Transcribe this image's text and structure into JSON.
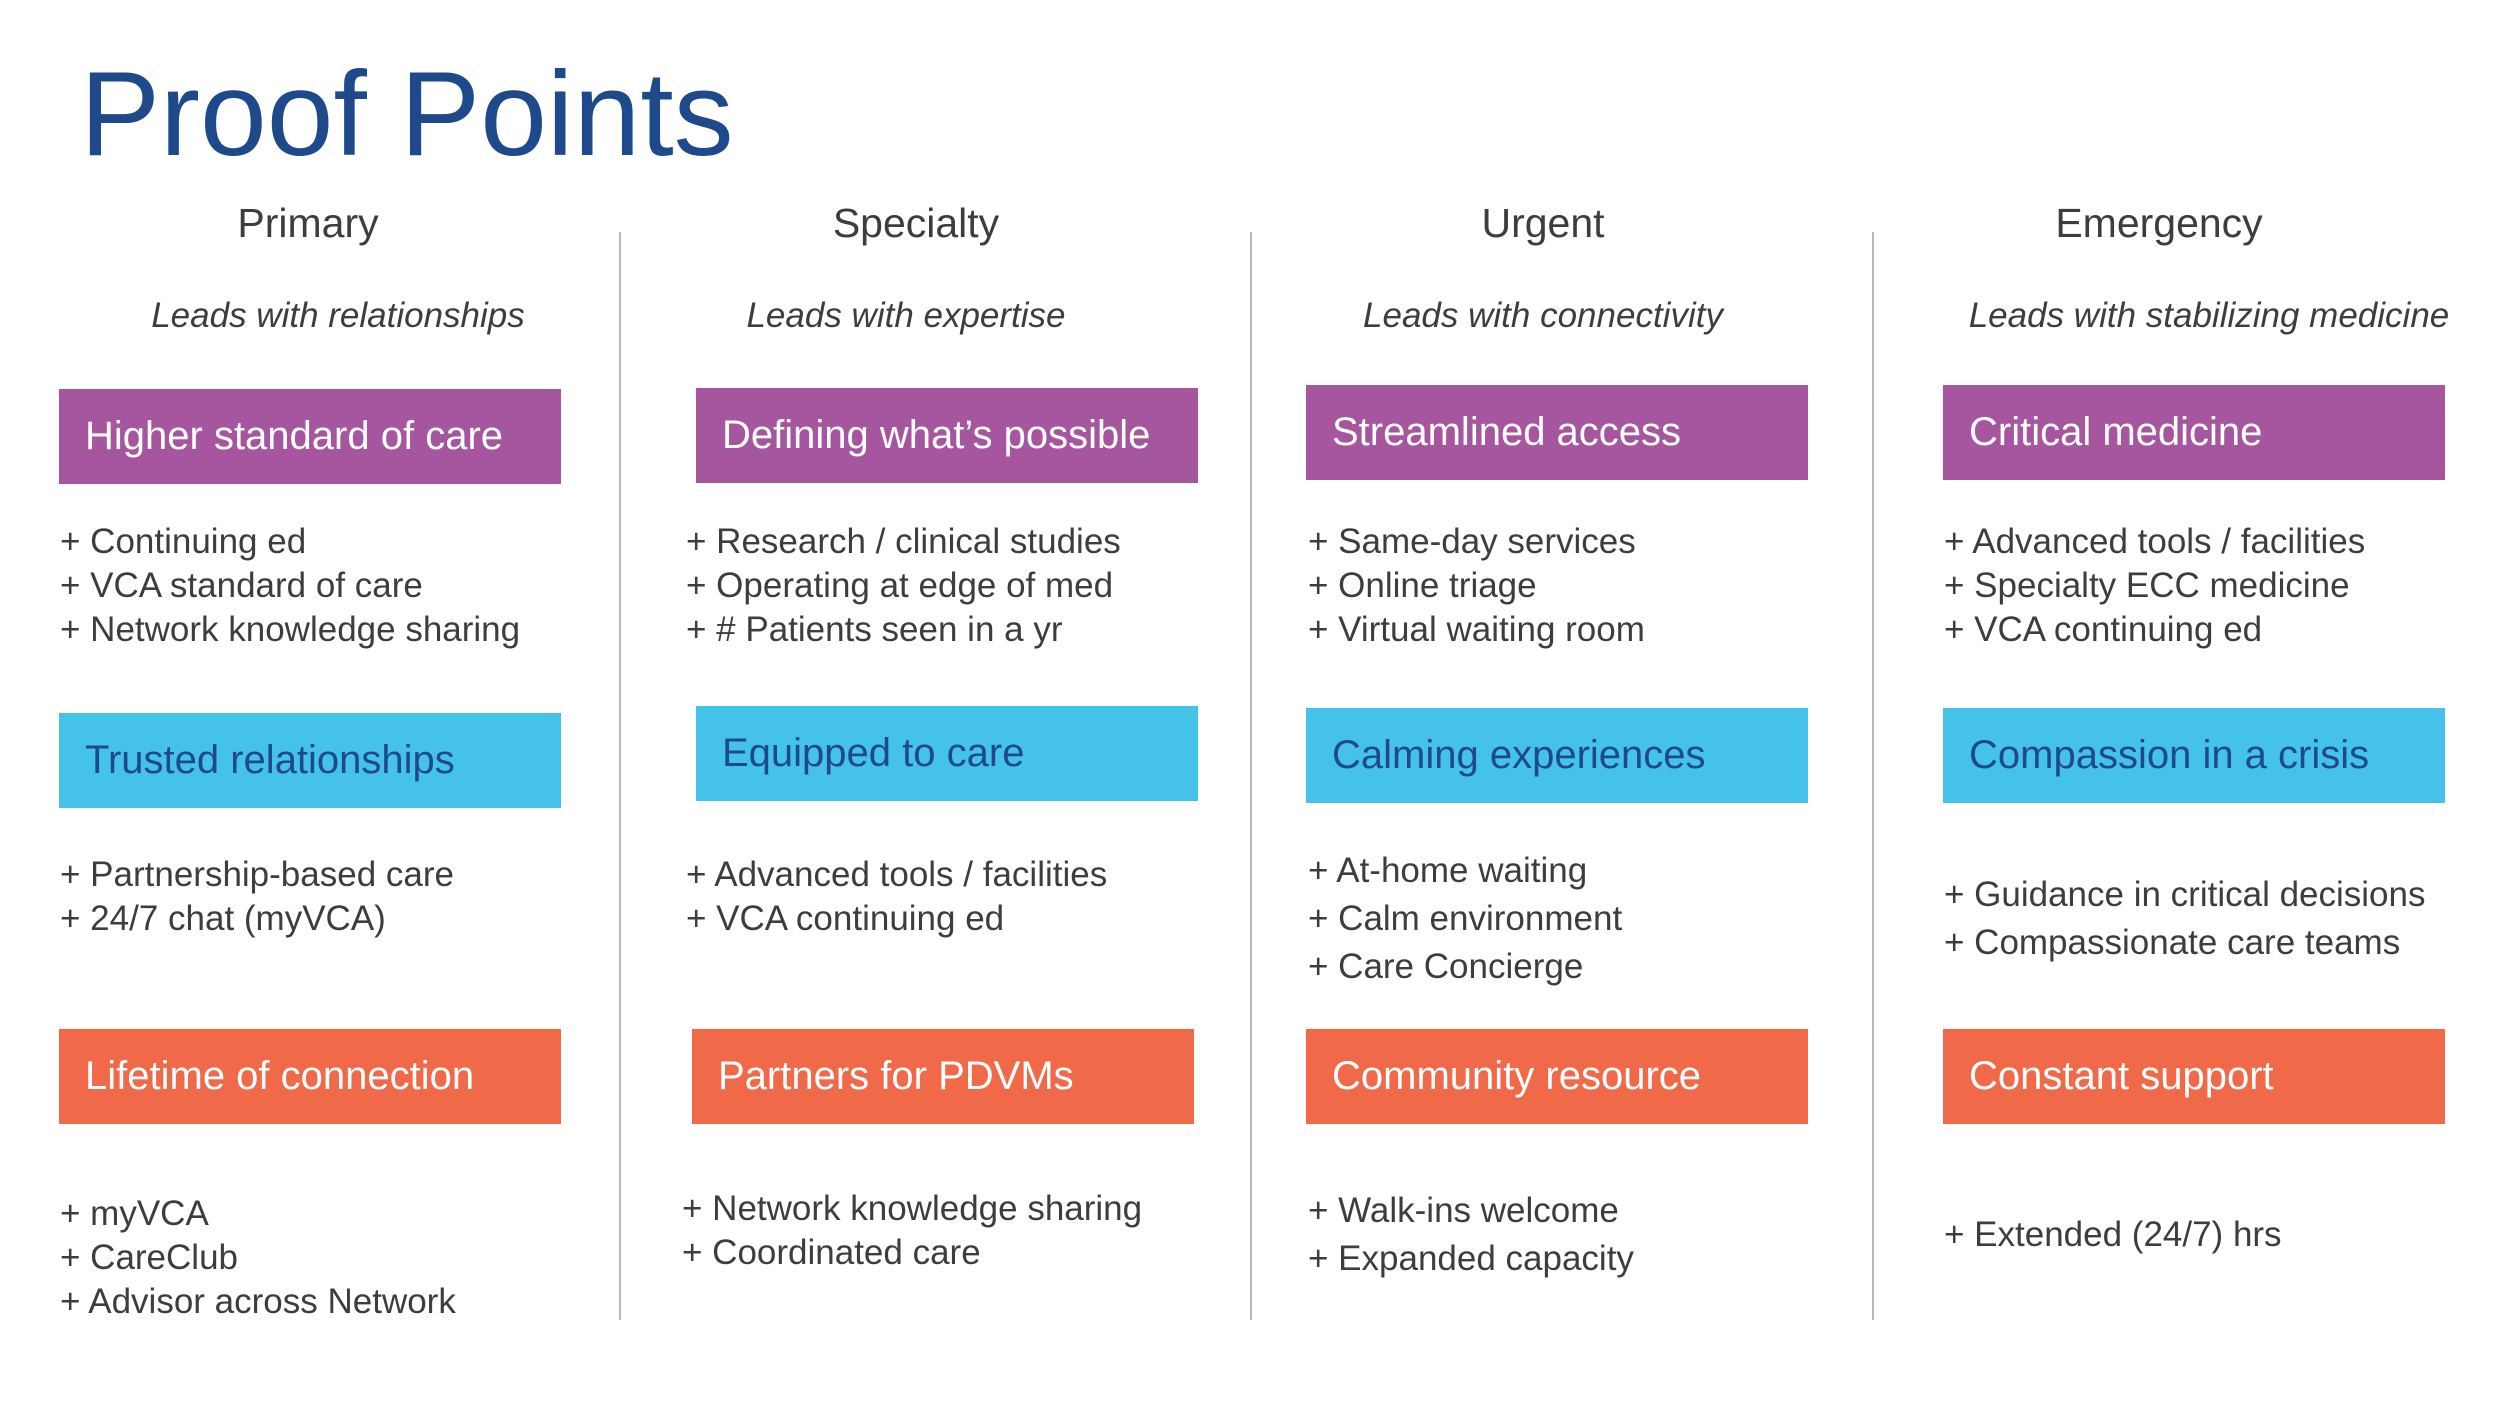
{
  "title": "Proof Points",
  "columns": [
    {
      "heading": "Primary",
      "tagline": "Leads with relationships",
      "sections": [
        {
          "label": "Higher standard of care",
          "items": [
            "+ Continuing ed",
            "+ VCA standard of care",
            "+ Network knowledge sharing"
          ]
        },
        {
          "label": "Trusted relationships",
          "items": [
            "+ Partnership-based care",
            "+ 24/7 chat (myVCA)"
          ]
        },
        {
          "label": "Lifetime of connection",
          "items": [
            "+ myVCA",
            "+ CareClub",
            "+ Advisor across Network"
          ]
        }
      ]
    },
    {
      "heading": "Specialty",
      "tagline": "Leads with expertise",
      "sections": [
        {
          "label": "Defining what’s possible",
          "items": [
            "+ Research / clinical studies",
            "+ Operating at edge of med",
            "+ # Patients seen in a yr"
          ]
        },
        {
          "label": "Equipped to care",
          "items": [
            "+ Advanced tools / facilities",
            "+ VCA continuing ed"
          ]
        },
        {
          "label": "Partners for PDVMs",
          "items": [
            "+ Network knowledge sharing",
            "+ Coordinated care"
          ]
        }
      ]
    },
    {
      "heading": "Urgent",
      "tagline": "Leads with connectivity",
      "sections": [
        {
          "label": "Streamlined access",
          "items": [
            "+ Same-day services",
            "+ Online triage",
            "+ Virtual waiting room"
          ]
        },
        {
          "label": "Calming experiences",
          "items": [
            "+ At-home waiting",
            "+ Calm environment",
            "+ Care Concierge"
          ]
        },
        {
          "label": "Community resource",
          "items": [
            "+ Walk-ins welcome",
            "+ Expanded capacity"
          ]
        }
      ]
    },
    {
      "heading": "Emergency",
      "tagline": "Leads with stabilizing medicine",
      "sections": [
        {
          "label": "Critical medicine",
          "items": [
            "+ Advanced tools / facilities",
            "+ Specialty ECC medicine",
            "+ VCA continuing ed"
          ]
        },
        {
          "label": "Compassion in a crisis",
          "items": [
            "+ Guidance in critical decisions",
            "+ Compassionate care teams"
          ]
        },
        {
          "label": "Constant support",
          "items": [
            "+ Extended (24/7) hrs"
          ]
        }
      ]
    }
  ],
  "colors": {
    "title": "#1e4a8c",
    "purple": "#a6559f",
    "blue": "#45c2e9",
    "orange": "#f06949",
    "divider": "#b9b9b9"
  }
}
